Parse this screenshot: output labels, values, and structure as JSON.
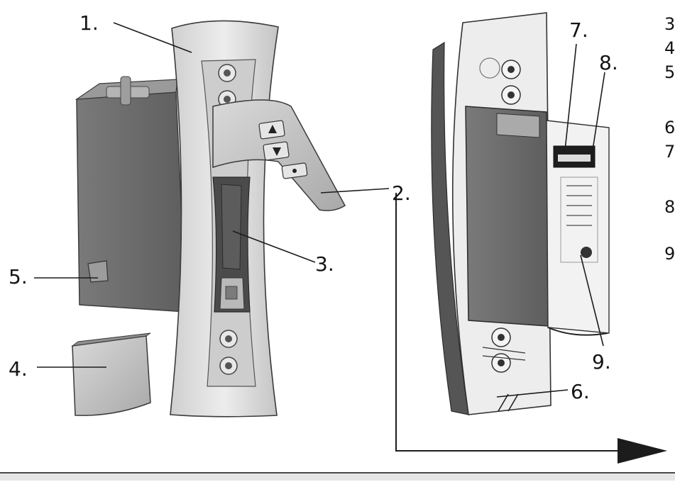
{
  "callouts": {
    "c1": "1.",
    "c2": "2.",
    "c3": "3.",
    "c4": "4.",
    "c5": "5.",
    "c6": "6.",
    "c7": "7.",
    "c8": "8.",
    "c9": "9."
  },
  "edge_numbers": [
    "3",
    "4",
    "5",
    "6",
    "7",
    "8",
    "9"
  ],
  "colors": {
    "housing_dark": "#6f6f6f",
    "housing_mid": "#8c8c8c",
    "frame_light": "#e2e2e2",
    "frame_shadow": "#bdbdbd",
    "label_white": "#f4f4f4",
    "line": "#1c1c1c"
  }
}
